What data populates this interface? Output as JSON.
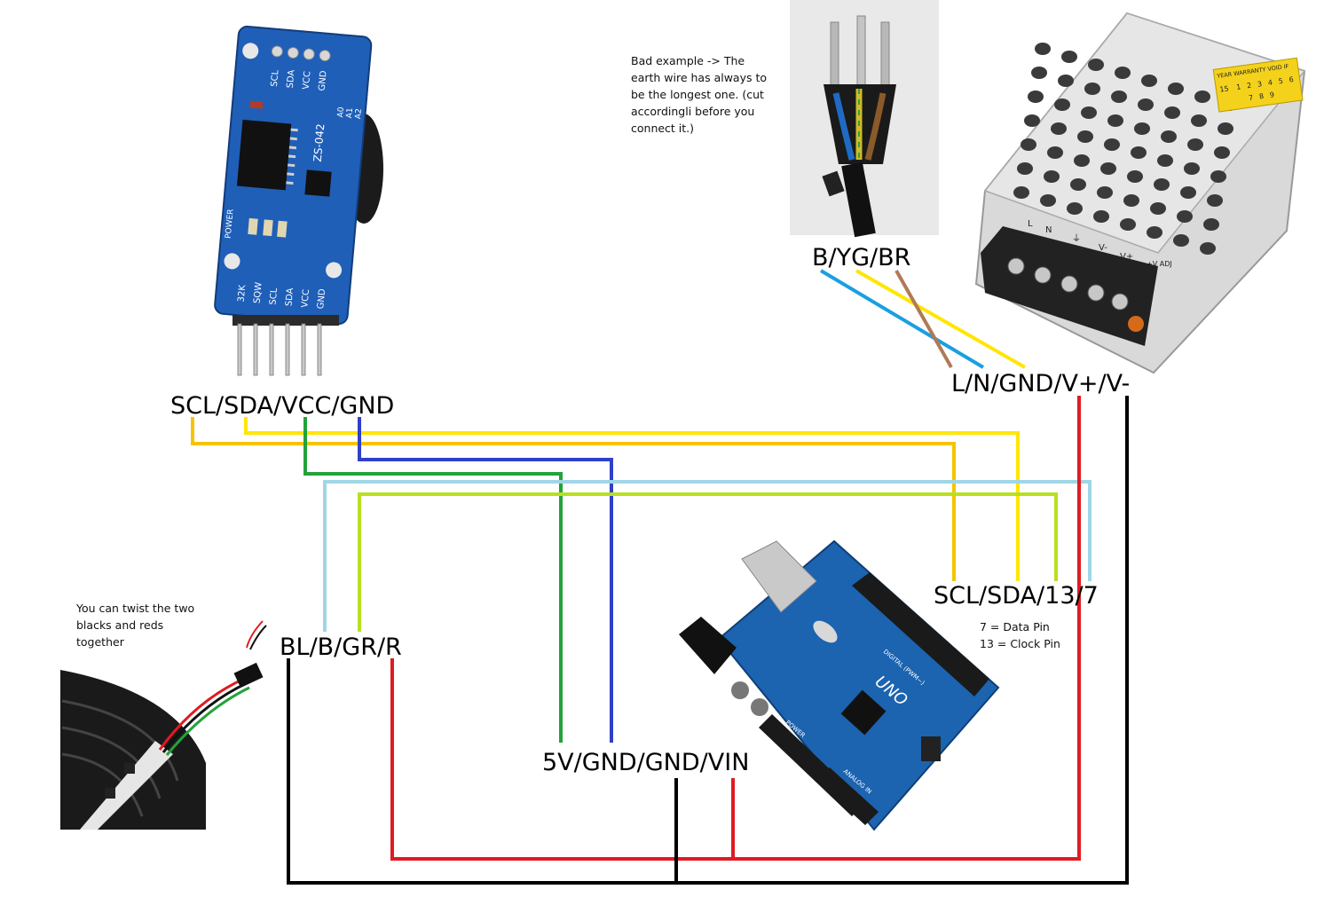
{
  "labels": {
    "rtc_pins": "SCL/SDA/VCC/GND",
    "plug_wires": "B/YG/BR",
    "psu_terminals": "L/N/GND/V+/V-",
    "arduino_signal_pins": "SCL/SDA/13/7",
    "strip_wires": "BL/B/GR/R",
    "arduino_power_pins": "5V/GND/GND/VIN"
  },
  "notes": {
    "plug_note": "Bad example -> The\nearth wire has always to\nbe the longest one. (cut\naccordingli before you\nconnect it.)",
    "strip_note": "You can twist the two\nblacks and reds\ntogether",
    "pin_note": "7 = Data Pin\n13 = Clock Pin"
  },
  "components": {
    "rtc_module": {
      "board_label": "ZS-042",
      "top_pins": [
        "SCL",
        "SDA",
        "VCC",
        "GND"
      ],
      "address_pins": [
        "A0",
        "A1",
        "A2"
      ],
      "bottom_pins": [
        "32K",
        "SQW",
        "SCL",
        "SDA",
        "VCC",
        "GND"
      ],
      "power_label": "POWER"
    },
    "power_supply": {
      "terminal_labels": [
        "L",
        "N",
        "⏚",
        "V-",
        "V+"
      ],
      "adj_label": "+V ADJ",
      "warranty_header": "YEAR  WARRANTY VOID IF",
      "warranty_row1": [
        "15",
        "1",
        "2",
        "3",
        "4",
        "5",
        "6"
      ],
      "warranty_row2": [
        "7",
        "8",
        "9"
      ]
    },
    "arduino": {
      "logo": "UNO",
      "header_label": "DIGITAL (PWM~)",
      "power_header": "POWER",
      "analog_header": "ANALOG IN"
    }
  },
  "colors": {
    "scl_wire": "#f5c400",
    "sda_wire": "#ffe600",
    "vcc_wire": "#22a33a",
    "gnd_wire": "#3040c8",
    "data_wire": "#9fd6e6",
    "clock_wire": "#b8e020",
    "power_pos": "#e01b22",
    "power_neg": "#000000",
    "mains_blue": "#1b9fe0",
    "mains_yellow": "#ffe600",
    "mains_brown": "#b07a55"
  }
}
